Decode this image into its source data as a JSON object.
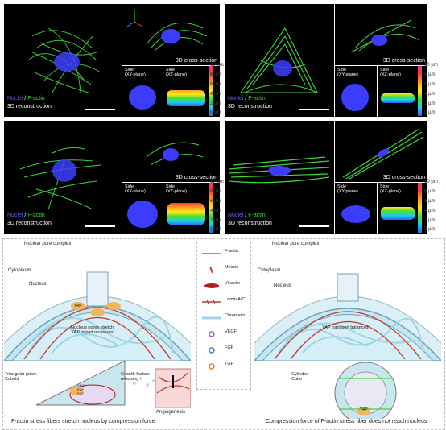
{
  "micro": {
    "label_nuclei": "Nuclei",
    "label_sep": " / ",
    "label_factin": "F-actin",
    "recon_label": "3D reconstruction",
    "cross_label": "3D cross-section",
    "side_xy": "Side\n(XY-plane)",
    "side_xz": "Side\n(XZ-plane)",
    "colorbar_ticks": [
      "10 µm",
      "8 µm",
      "6 µm",
      "4 µm",
      "2 µm",
      "0 µm"
    ]
  },
  "legend": {
    "items": [
      {
        "label": "F-actin",
        "icon": "factin-line"
      },
      {
        "label": "Myosin",
        "icon": "myosin-mark"
      },
      {
        "label": "Vinculin",
        "icon": "vinculin-oval"
      },
      {
        "label": "Lamin A/C",
        "icon": "lamin-line"
      },
      {
        "label": "Chromatin",
        "icon": "chromatin-line"
      },
      {
        "label": "VEGF",
        "icon": "vegf-dot"
      },
      {
        "label": "FGF",
        "icon": "fgf-dot"
      },
      {
        "label": "TGF",
        "icon": "tgf-dot"
      }
    ]
  },
  "left_schematic": {
    "npc": "Nuclear pore complex",
    "cytoplasm": "Cytoplasm",
    "nucleus": "Nucleus",
    "yap": "YAP",
    "pores_note": "Nucleus pores stretch\nYAP import increases",
    "shapes": "Triangular prism\nCuboid",
    "growth": "Growth factors\nreleasing",
    "factors": "VEGF\nEGF\nFGF",
    "angio": "Angiogenesis",
    "caption": "F-actin stress fibers stretch nucleus by  compression force"
  },
  "right_schematic": {
    "npc": "Nuclear pore complex",
    "cytoplasm": "Cytoplasm",
    "nucleus": "Nucleus",
    "yap_note": "YAP transport balanced",
    "shapes": "Cylinder\nCube",
    "yap": "YAP",
    "caption": "Compression force of F-actin stress fiber does not reach nucleus"
  },
  "colors": {
    "factin": "#3cd63c",
    "nuclei": "#3c3cff",
    "cell_fill": "#c9e6ee",
    "myosin": "#c0392b",
    "vinculin": "#b01c24",
    "lamin": "#c0392b",
    "chromatin": "#9fd4e6",
    "yap": "#f3b45a"
  }
}
